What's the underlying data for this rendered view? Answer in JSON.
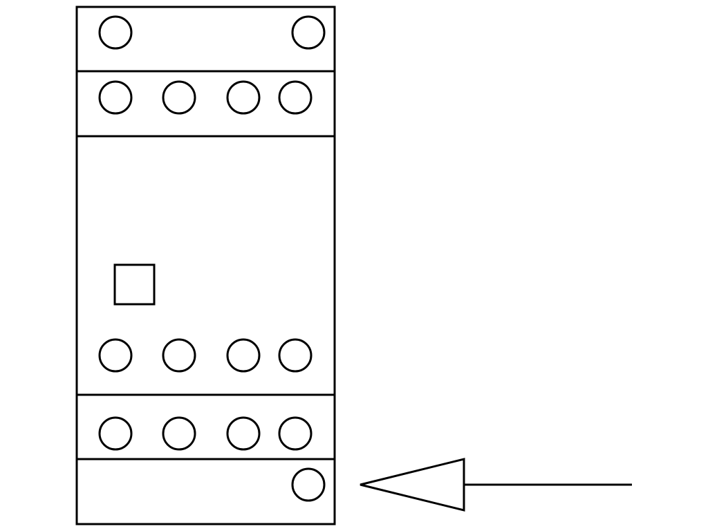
{
  "diagram": {
    "stroke_color": "#000000",
    "background_color": "#ffffff",
    "module": {
      "sections": [
        "top-terminal-band",
        "upper-terminal-row",
        "main-body",
        "lower-terminal-row",
        "bottom-terminal-band"
      ]
    },
    "terminals": {
      "top_band_count": 2,
      "upper_row_count": 4,
      "main_body_row_count": 4,
      "lower_row_count": 4,
      "bottom_band_count": 1
    },
    "indicator": "square-indicator",
    "pointer": "left-arrow-icon"
  }
}
